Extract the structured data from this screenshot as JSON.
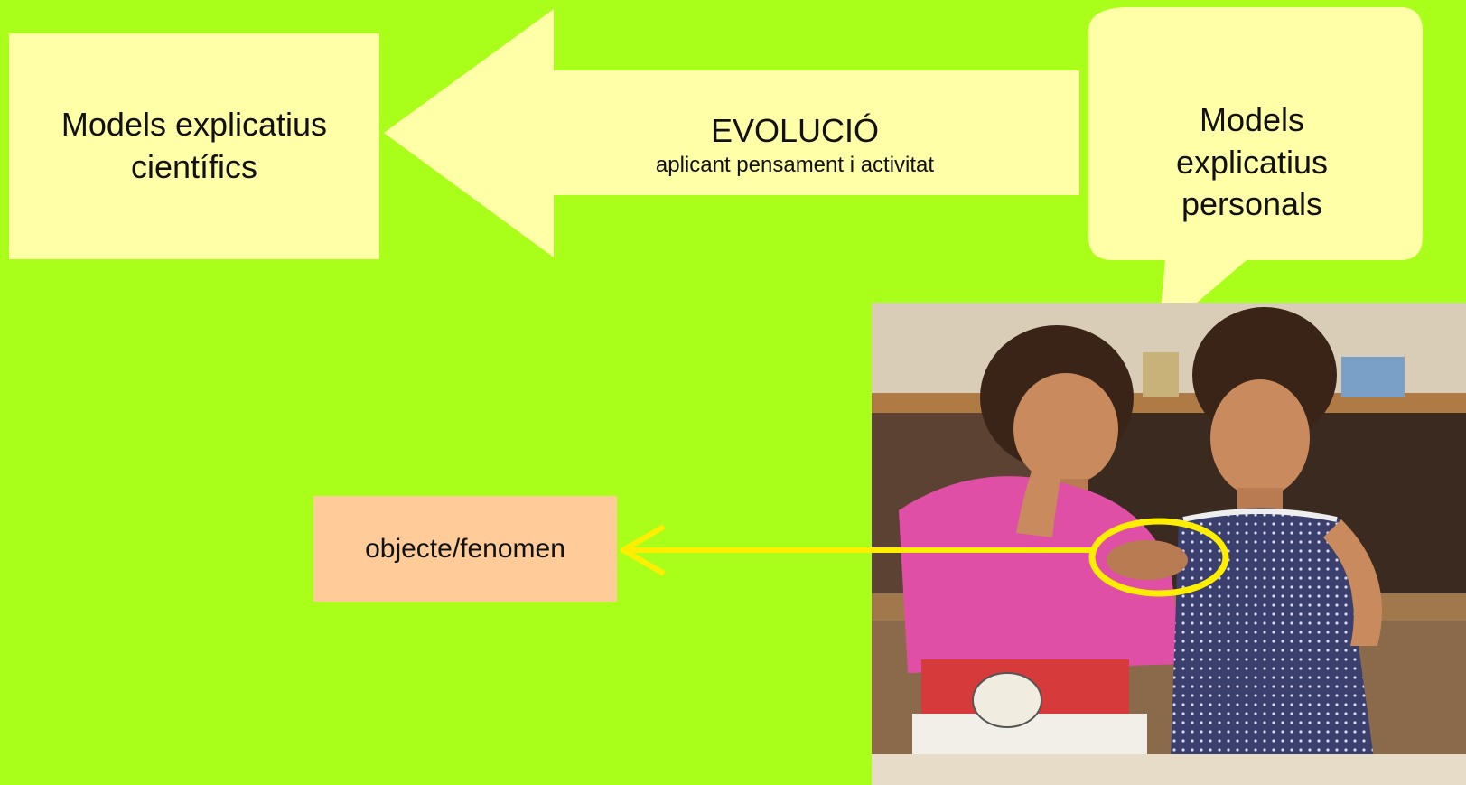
{
  "diagram": {
    "scientific_models": {
      "line1": "Models explicatius",
      "line2": "científics"
    },
    "evolution_arrow": {
      "title": "EVOLUCIÓ",
      "subtitle": "aplicant pensament i activitat",
      "direction": "left"
    },
    "personal_models": {
      "line1": "Models",
      "line2": "explicatius",
      "line3": "personals"
    },
    "object_label": "objecte/fenomen"
  },
  "colors": {
    "background": "#aaff1a",
    "box_fill": "#ffffa8",
    "object_fill": "#ffcc99",
    "highlight": "#ffee00"
  },
  "photo": {
    "description_icon": "two-children-photo-icon"
  }
}
